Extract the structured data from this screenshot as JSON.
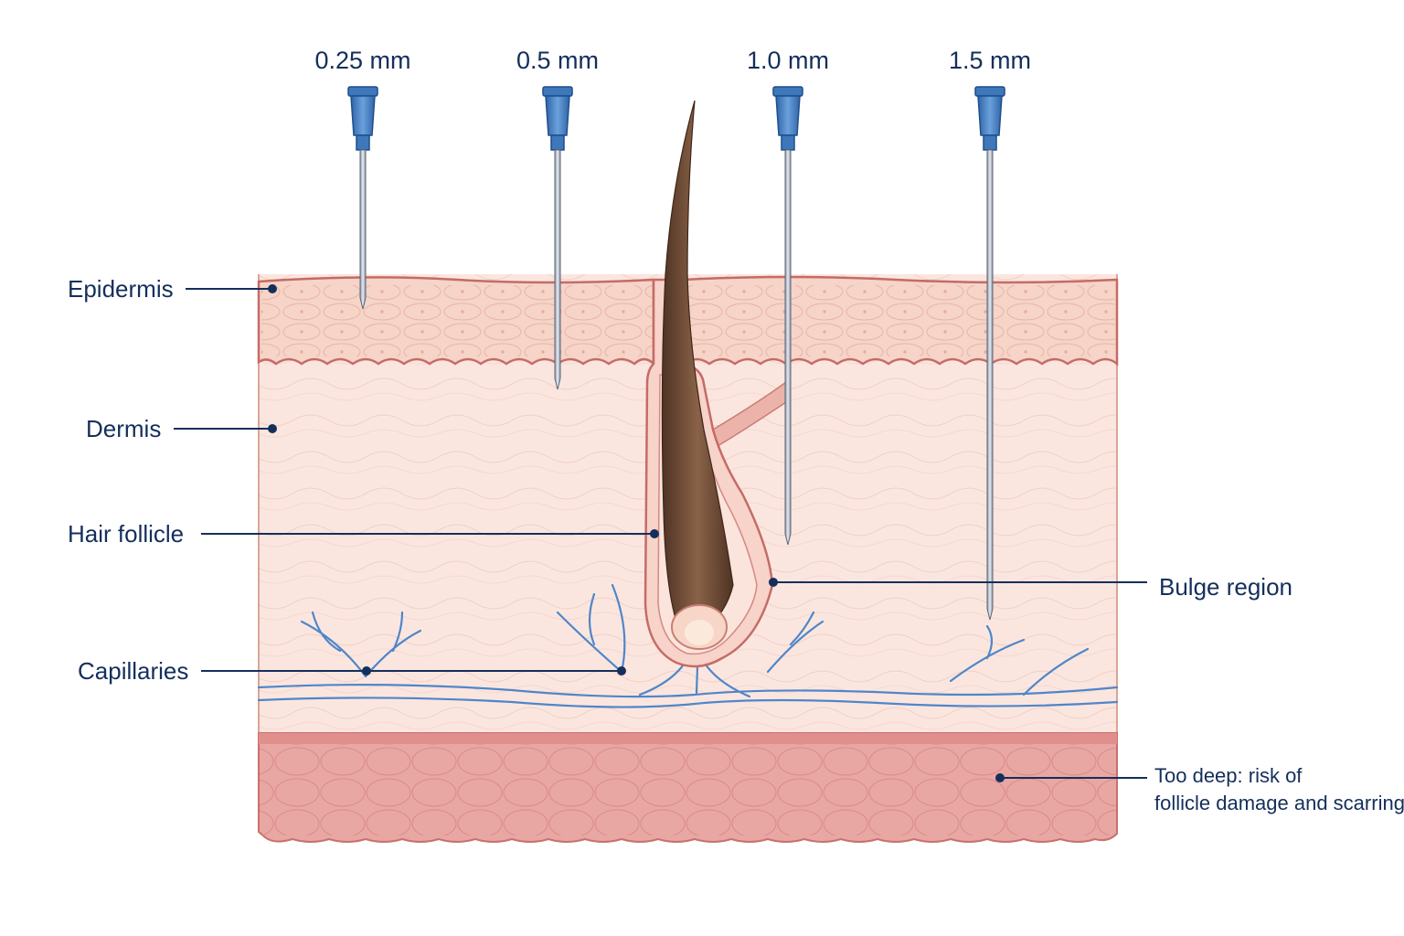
{
  "needles": [
    {
      "depth_label": "0.25 mm"
    },
    {
      "depth_label": "0.5 mm"
    },
    {
      "depth_label": "1.0 mm"
    },
    {
      "depth_label": "1.5 mm"
    }
  ],
  "labels": {
    "epidermis": "Epidermis",
    "dermis": "Dermis",
    "hair_follicle": "Hair follicle",
    "capillaries": "Capillaries",
    "bulge_region": "Bulge region",
    "too_deep_line1": "Too deep: risk of",
    "too_deep_line2": "follicle damage and scarring"
  },
  "colors": {
    "label_text": "#142f5c",
    "leader_line": "#142f5c",
    "epidermis": "#f6d4c8",
    "dermis": "#fbe6df",
    "subcutis": "#e7a3a0",
    "hair_shaft": "#6e4a36",
    "capillaries": "#4f86c9",
    "needle_hub": "#4a86cc"
  }
}
